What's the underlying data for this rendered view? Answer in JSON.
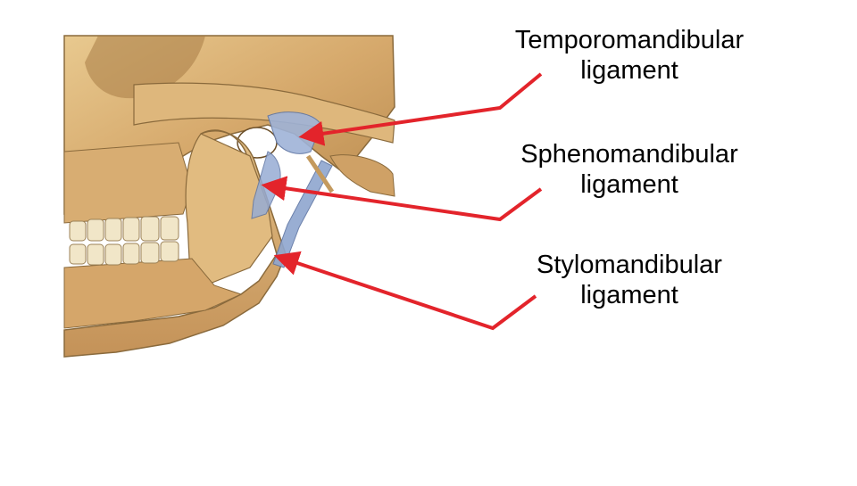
{
  "labels": [
    {
      "line1": "Temporomandibular",
      "line2": "ligament"
    },
    {
      "line1": "Sphenomandibular",
      "line2": "ligament"
    },
    {
      "line1": "Stylomandibular",
      "line2": "ligament"
    }
  ],
  "colors": {
    "background": "#ffffff",
    "bone": "#d9b27a",
    "bone_shadow": "#8a6a3c",
    "ligament": "#8fa6cf",
    "pointer": "#e3242b",
    "label_text": "#000000"
  }
}
